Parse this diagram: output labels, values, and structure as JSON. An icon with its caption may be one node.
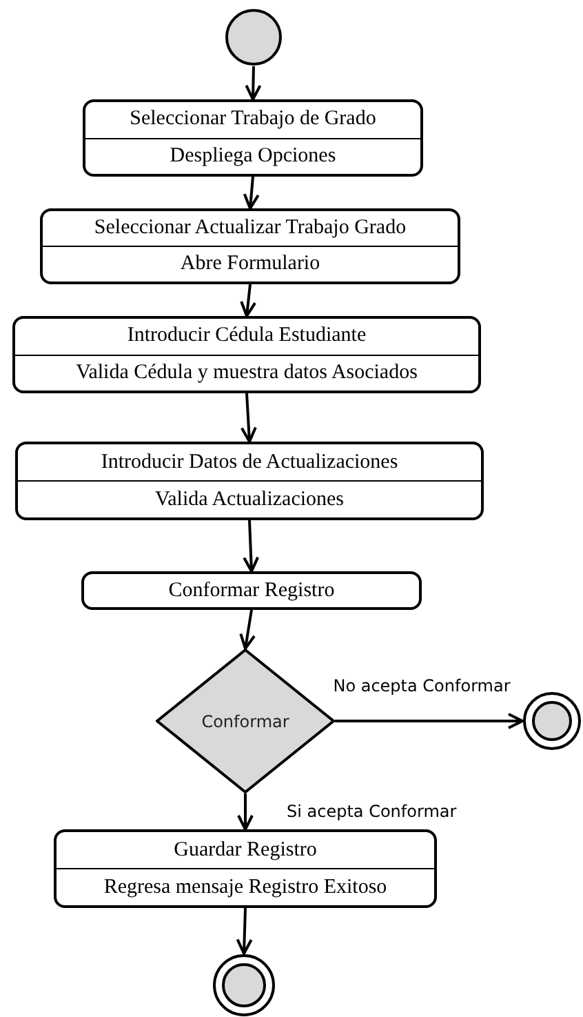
{
  "diagram": {
    "nodes": [
      {
        "text": [],
        "shape": "circle"
      },
      {
        "text": [
          "Seleccionar Trabajo de Grado",
          "Despliega Opciones"
        ]
      },
      {
        "text": [
          "Seleccionar Actualizar Trabajo Grado",
          "Abre Formulario"
        ]
      },
      {
        "text": [
          "Introducir Cédula Estudiante",
          "Valida Cédula y muestra datos Asociados"
        ]
      },
      {
        "text": [
          "Introducir Datos de Actualizaciones",
          "Valida Actualizaciones"
        ]
      },
      {
        "text": [
          "Conformar Registro"
        ]
      },
      {
        "text": [
          "Conformar"
        ]
      },
      {
        "text": [],
        "shape": "bullseye"
      },
      {
        "text": [
          "Guardar Registro",
          "Regresa mensaje Registro Exitoso"
        ]
      },
      {
        "text": [],
        "shape": "bullseye"
      }
    ],
    "edges": [
      {
        "from": 0,
        "to": 1,
        "arrow": "to"
      },
      {
        "from": 1,
        "to": 2,
        "arrow": "to"
      },
      {
        "from": 2,
        "to": 3,
        "arrow": "to"
      },
      {
        "from": 3,
        "to": 4,
        "arrow": "to"
      },
      {
        "from": 4,
        "to": 5,
        "arrow": "to"
      },
      {
        "from": 5,
        "to": 6,
        "arrow": "to"
      },
      {
        "from": 6,
        "to": 7,
        "label": "No acepta Conformar",
        "arrow": "to"
      },
      {
        "from": 6,
        "to": 8,
        "label": "Si acepta Conformar",
        "arrow": "to"
      },
      {
        "from": 8,
        "to": 9,
        "arrow": "to"
      }
    ]
  }
}
